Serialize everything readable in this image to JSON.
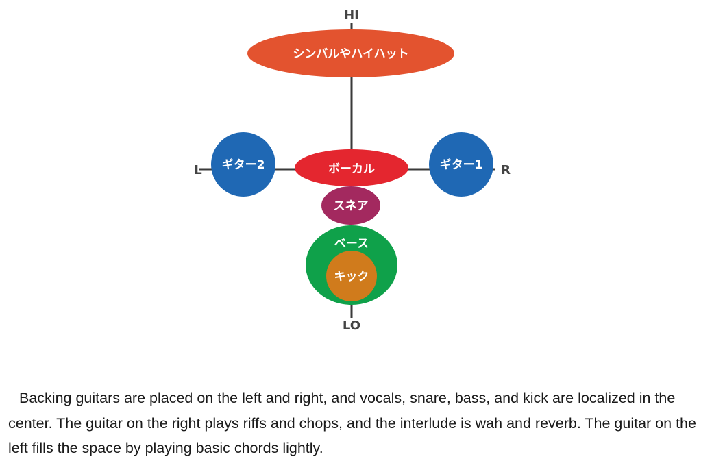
{
  "diagram": {
    "axis_labels": {
      "hi": "HI",
      "lo": "LO",
      "left": "L",
      "right": "R"
    },
    "nodes": {
      "cymbals": {
        "label": "シンバルやハイハット",
        "color": "#e3532f"
      },
      "vocals": {
        "label": "ボーカル",
        "color": "#e4262f"
      },
      "guitar_left": {
        "label": "ギター2",
        "color": "#1f68b4"
      },
      "guitar_right": {
        "label": "ギター1",
        "color": "#1f68b4"
      },
      "snare": {
        "label": "スネア",
        "color": "#a3295f"
      },
      "bass": {
        "label": "ベース",
        "color": "#0fa14a"
      },
      "kick": {
        "label": "キック",
        "color": "#d07b1c"
      }
    },
    "line_color": "#3a3a3a"
  },
  "caption": {
    "text": "Backing guitars are placed on the left and right, and vocals, snare, bass, and kick are localized in the center. The guitar on the right plays riffs and chops, and the interlude is wah and reverb. The guitar on the left fills the space by playing basic chords lightly."
  }
}
